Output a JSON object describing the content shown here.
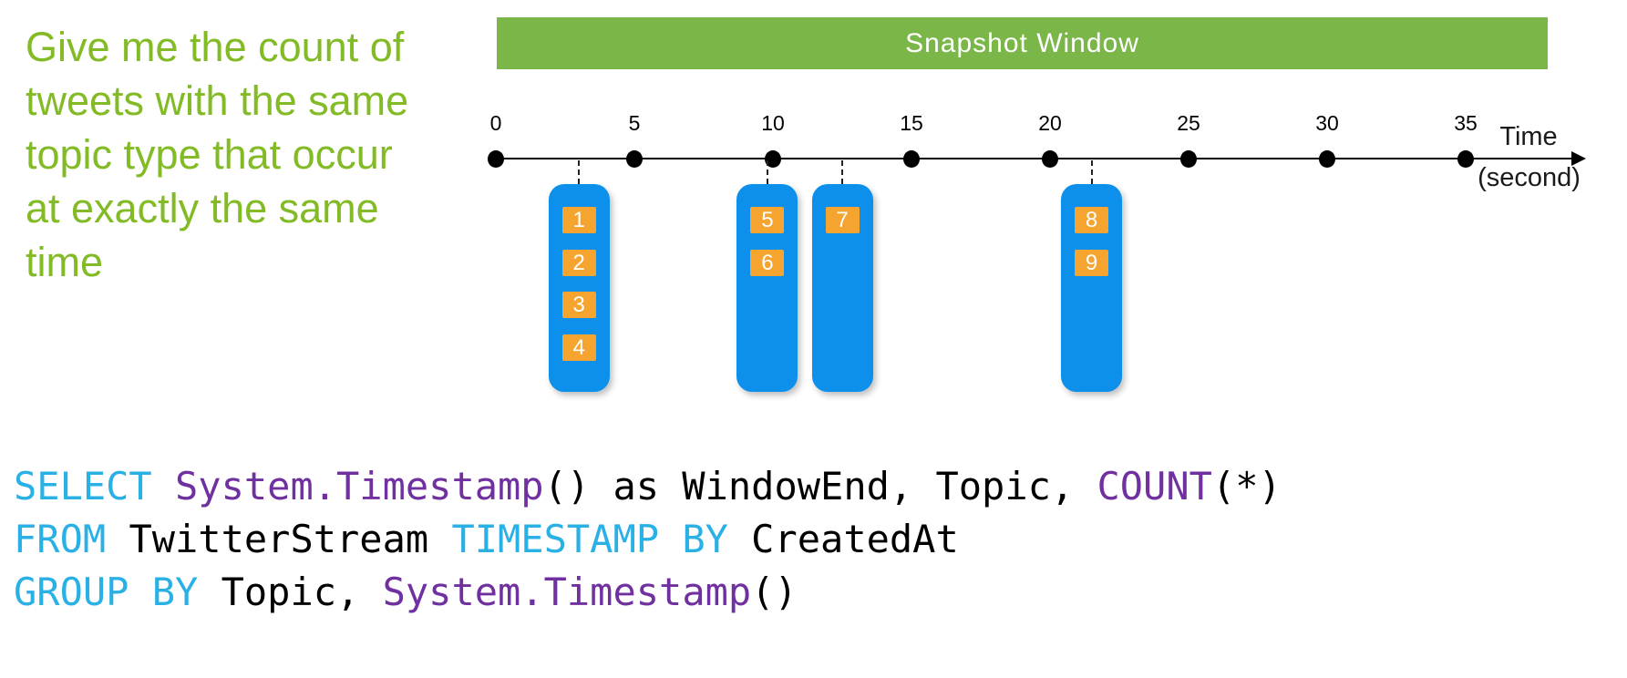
{
  "description": {
    "lines": [
      "Give me the count of",
      "tweets with the same",
      "topic type that occur",
      "at exactly the same",
      "time"
    ],
    "full_text": "Give me the count of tweets with the same topic type that occur at exactly the same time"
  },
  "banner": {
    "label": "Snapshot Window"
  },
  "timeline": {
    "tick_labels": [
      "0",
      "5",
      "10",
      "15",
      "20",
      "25",
      "30",
      "35"
    ],
    "tick_interval_seconds": 5,
    "axis_label": {
      "line1": "Time",
      "line2": "(second)"
    }
  },
  "event_groups": [
    {
      "time_seconds": 3,
      "event_ids": [
        "1",
        "2",
        "3",
        "4"
      ]
    },
    {
      "time_seconds": 9.8,
      "event_ids": [
        "5",
        "6"
      ]
    },
    {
      "time_seconds": 12.5,
      "event_ids": [
        "7"
      ]
    },
    {
      "time_seconds": 21.5,
      "event_ids": [
        "8",
        "9"
      ]
    }
  ],
  "sql": {
    "lines": [
      [
        {
          "text": "SELECT",
          "style": "keyword"
        },
        {
          "text": " ",
          "style": "plain"
        },
        {
          "text": "System.Timestamp",
          "style": "function"
        },
        {
          "text": "() as WindowEnd, Topic, ",
          "style": "plain"
        },
        {
          "text": "COUNT",
          "style": "function"
        },
        {
          "text": "(*)",
          "style": "plain"
        }
      ],
      [
        {
          "text": "FROM",
          "style": "keyword"
        },
        {
          "text": " TwitterStream ",
          "style": "plain"
        },
        {
          "text": "TIMESTAMP BY",
          "style": "keyword"
        },
        {
          "text": " CreatedAt",
          "style": "plain"
        }
      ],
      [
        {
          "text": "GROUP BY",
          "style": "keyword"
        },
        {
          "text": " Topic, ",
          "style": "plain"
        },
        {
          "text": "System.Timestamp",
          "style": "function"
        },
        {
          "text": "()",
          "style": "plain"
        }
      ]
    ]
  },
  "colors": {
    "description_text": "#83bb26",
    "banner_green": "#7ab648",
    "event_group_blue": "#0d90ec",
    "event_orange": "#f5a52f",
    "sql_keyword": "#29b1e6",
    "sql_function": "#7030a0",
    "sql_plain": "#000000"
  }
}
